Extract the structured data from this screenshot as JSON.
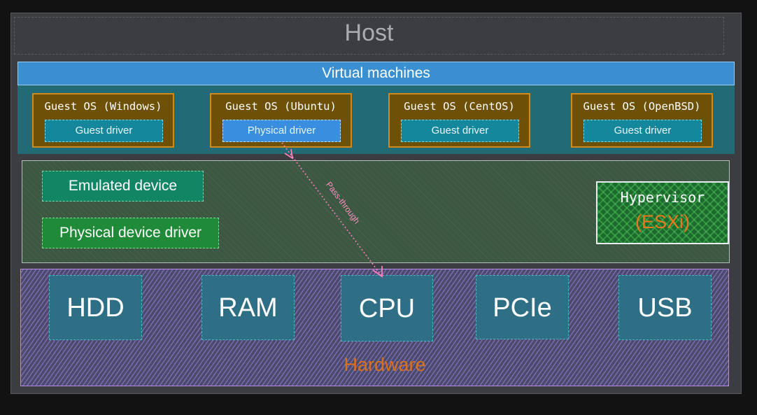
{
  "host": {
    "title": "Host"
  },
  "virtual_machines": {
    "title": "Virtual machines",
    "guests": [
      {
        "os": "Guest OS (Windows)",
        "driver": "Guest driver"
      },
      {
        "os": "Guest OS (Ubuntu)",
        "driver": "Physical driver"
      },
      {
        "os": "Guest OS (CentOS)",
        "driver": "Guest driver"
      },
      {
        "os": "Guest OS (OpenBSD)",
        "driver": "Guest driver"
      }
    ]
  },
  "hypervisor_layer": {
    "emulated_device": "Emulated device",
    "physical_device_driver": "Physical device driver",
    "hypervisor_name": "Hypervisor",
    "hypervisor_product": "(ESXi)"
  },
  "hardware": {
    "title": "Hardware",
    "components": [
      "HDD",
      "RAM",
      "CPU",
      "PCIe",
      "USB"
    ]
  },
  "connector": {
    "label": "Pass-through",
    "color": "#ff7fb8"
  },
  "colors": {
    "background": "#121212",
    "vm_header": "#3a8fd0",
    "guest_box": "#6e5106",
    "guest_driver": "#15879c",
    "physical_driver": "#3a8ee0",
    "hardware_label": "#d9701c"
  }
}
